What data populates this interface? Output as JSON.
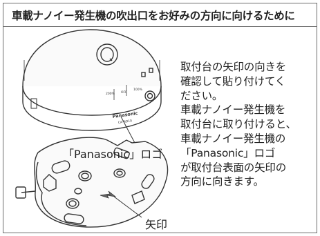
{
  "title": "車載ナノイー発生機の吹出口をお好みの方向に向けるために",
  "instructions": {
    "step1": "取付台の矢印の向きを\n確認して貼り付けてく\nださい。",
    "step2": "車載ナノイー発生機を\n取付台に取り付けると、\n車載ナノイー発生機の\n「Panasonic」ロゴ\nが取付台表面の矢印の\n方向に向きます。"
  },
  "labels": {
    "logo_callout": "「Panasonic」ロゴ",
    "arrow_callout": "矢印"
  },
  "device_markings": {
    "brand": "Panasonic",
    "model": "CA-ND10",
    "mode_labels": [
      "200%",
      "OFF",
      "100%"
    ]
  }
}
